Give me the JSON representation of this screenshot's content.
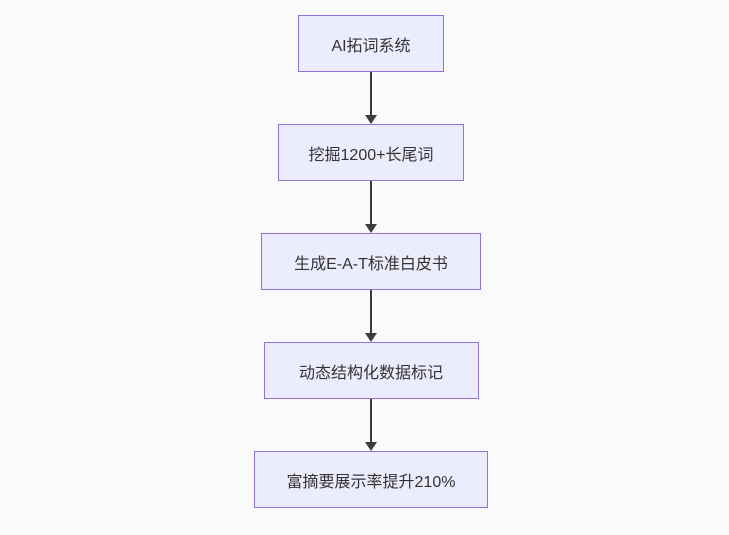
{
  "page": {
    "background_color": "#fafafa"
  },
  "flowchart": {
    "type": "flowchart",
    "direction": "top-down",
    "style": {
      "node_fill": "#ECECFF",
      "node_border": "#9370DB",
      "node_text_color": "#333333",
      "edge_color": "#3b3b3b"
    },
    "nodes": [
      {
        "id": "n1",
        "label": "AI拓词系统"
      },
      {
        "id": "n2",
        "label": "挖掘1200+长尾词"
      },
      {
        "id": "n3",
        "label": "生成E-A-T标准白皮书"
      },
      {
        "id": "n4",
        "label": "动态结构化数据标记"
      },
      {
        "id": "n5",
        "label": "富摘要展示率提升210%"
      }
    ],
    "edges": [
      {
        "from": "n1",
        "to": "n2",
        "arrow": "down"
      },
      {
        "from": "n2",
        "to": "n3",
        "arrow": "down"
      },
      {
        "from": "n3",
        "to": "n4",
        "arrow": "down"
      },
      {
        "from": "n4",
        "to": "n5",
        "arrow": "down"
      }
    ]
  }
}
